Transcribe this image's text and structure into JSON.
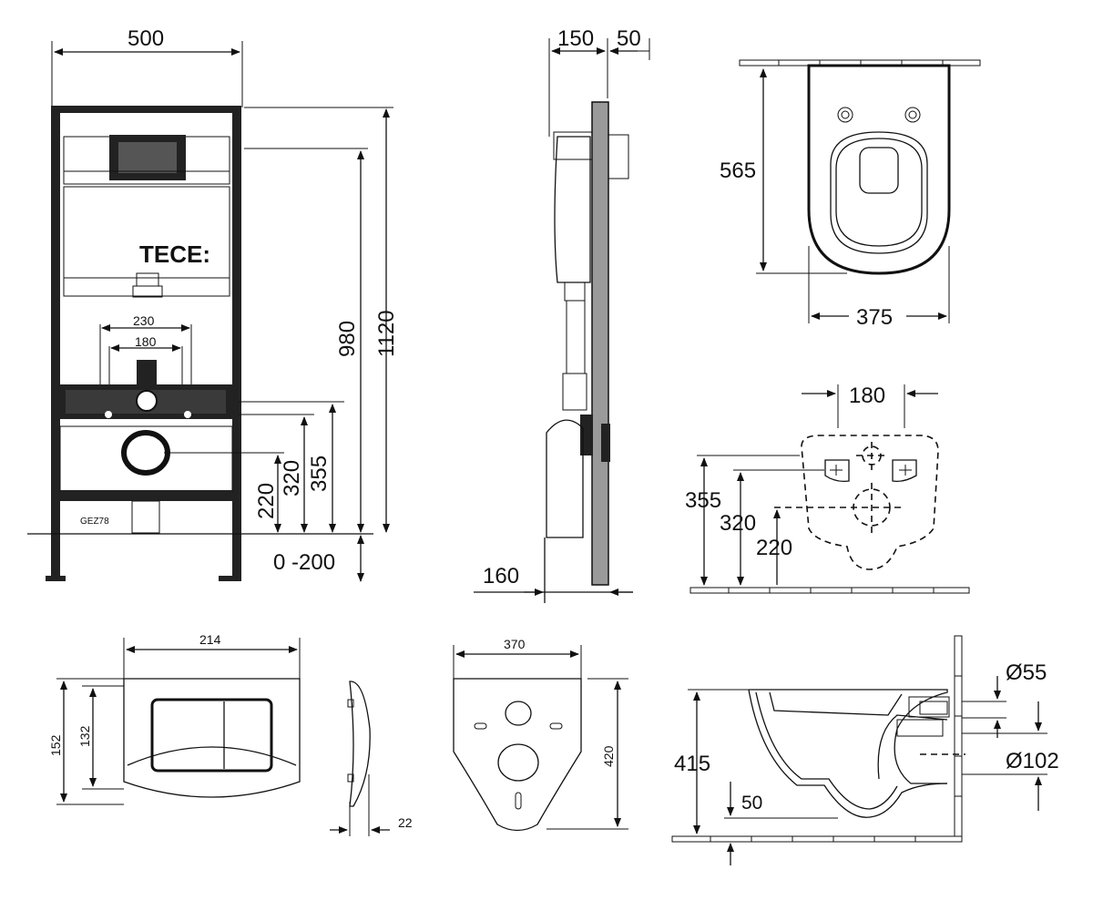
{
  "frame_view": {
    "width_label": "500",
    "height_label_total": "1120",
    "height_label_button": "980",
    "pipe_spacing_outer": "230",
    "pipe_spacing_inner": "180",
    "height_355": "355",
    "height_320": "320",
    "height_220": "220",
    "floor_range": "0 -200",
    "brand_logo": "TECE:",
    "small_code": "GEZ78"
  },
  "side_view": {
    "depth_label": "150",
    "plate_label": "50",
    "bottom_label": "160"
  },
  "bowl_top_view": {
    "length_label": "565",
    "width_label": "375"
  },
  "bowl_rear_view": {
    "stud_spacing": "180",
    "height_355": "355",
    "height_320": "320",
    "height_220": "220"
  },
  "flush_plate": {
    "width_label": "214",
    "height_outer": "152",
    "height_inner": "132",
    "depth_label": "22"
  },
  "sound_pad": {
    "width_label": "370",
    "height_label": "420"
  },
  "bowl_side_view": {
    "height_label": "415",
    "offset_label": "50",
    "inlet_diameter": "Ø55",
    "outlet_diameter": "Ø102"
  },
  "colors": {
    "line": "#111111",
    "background": "#ffffff"
  }
}
